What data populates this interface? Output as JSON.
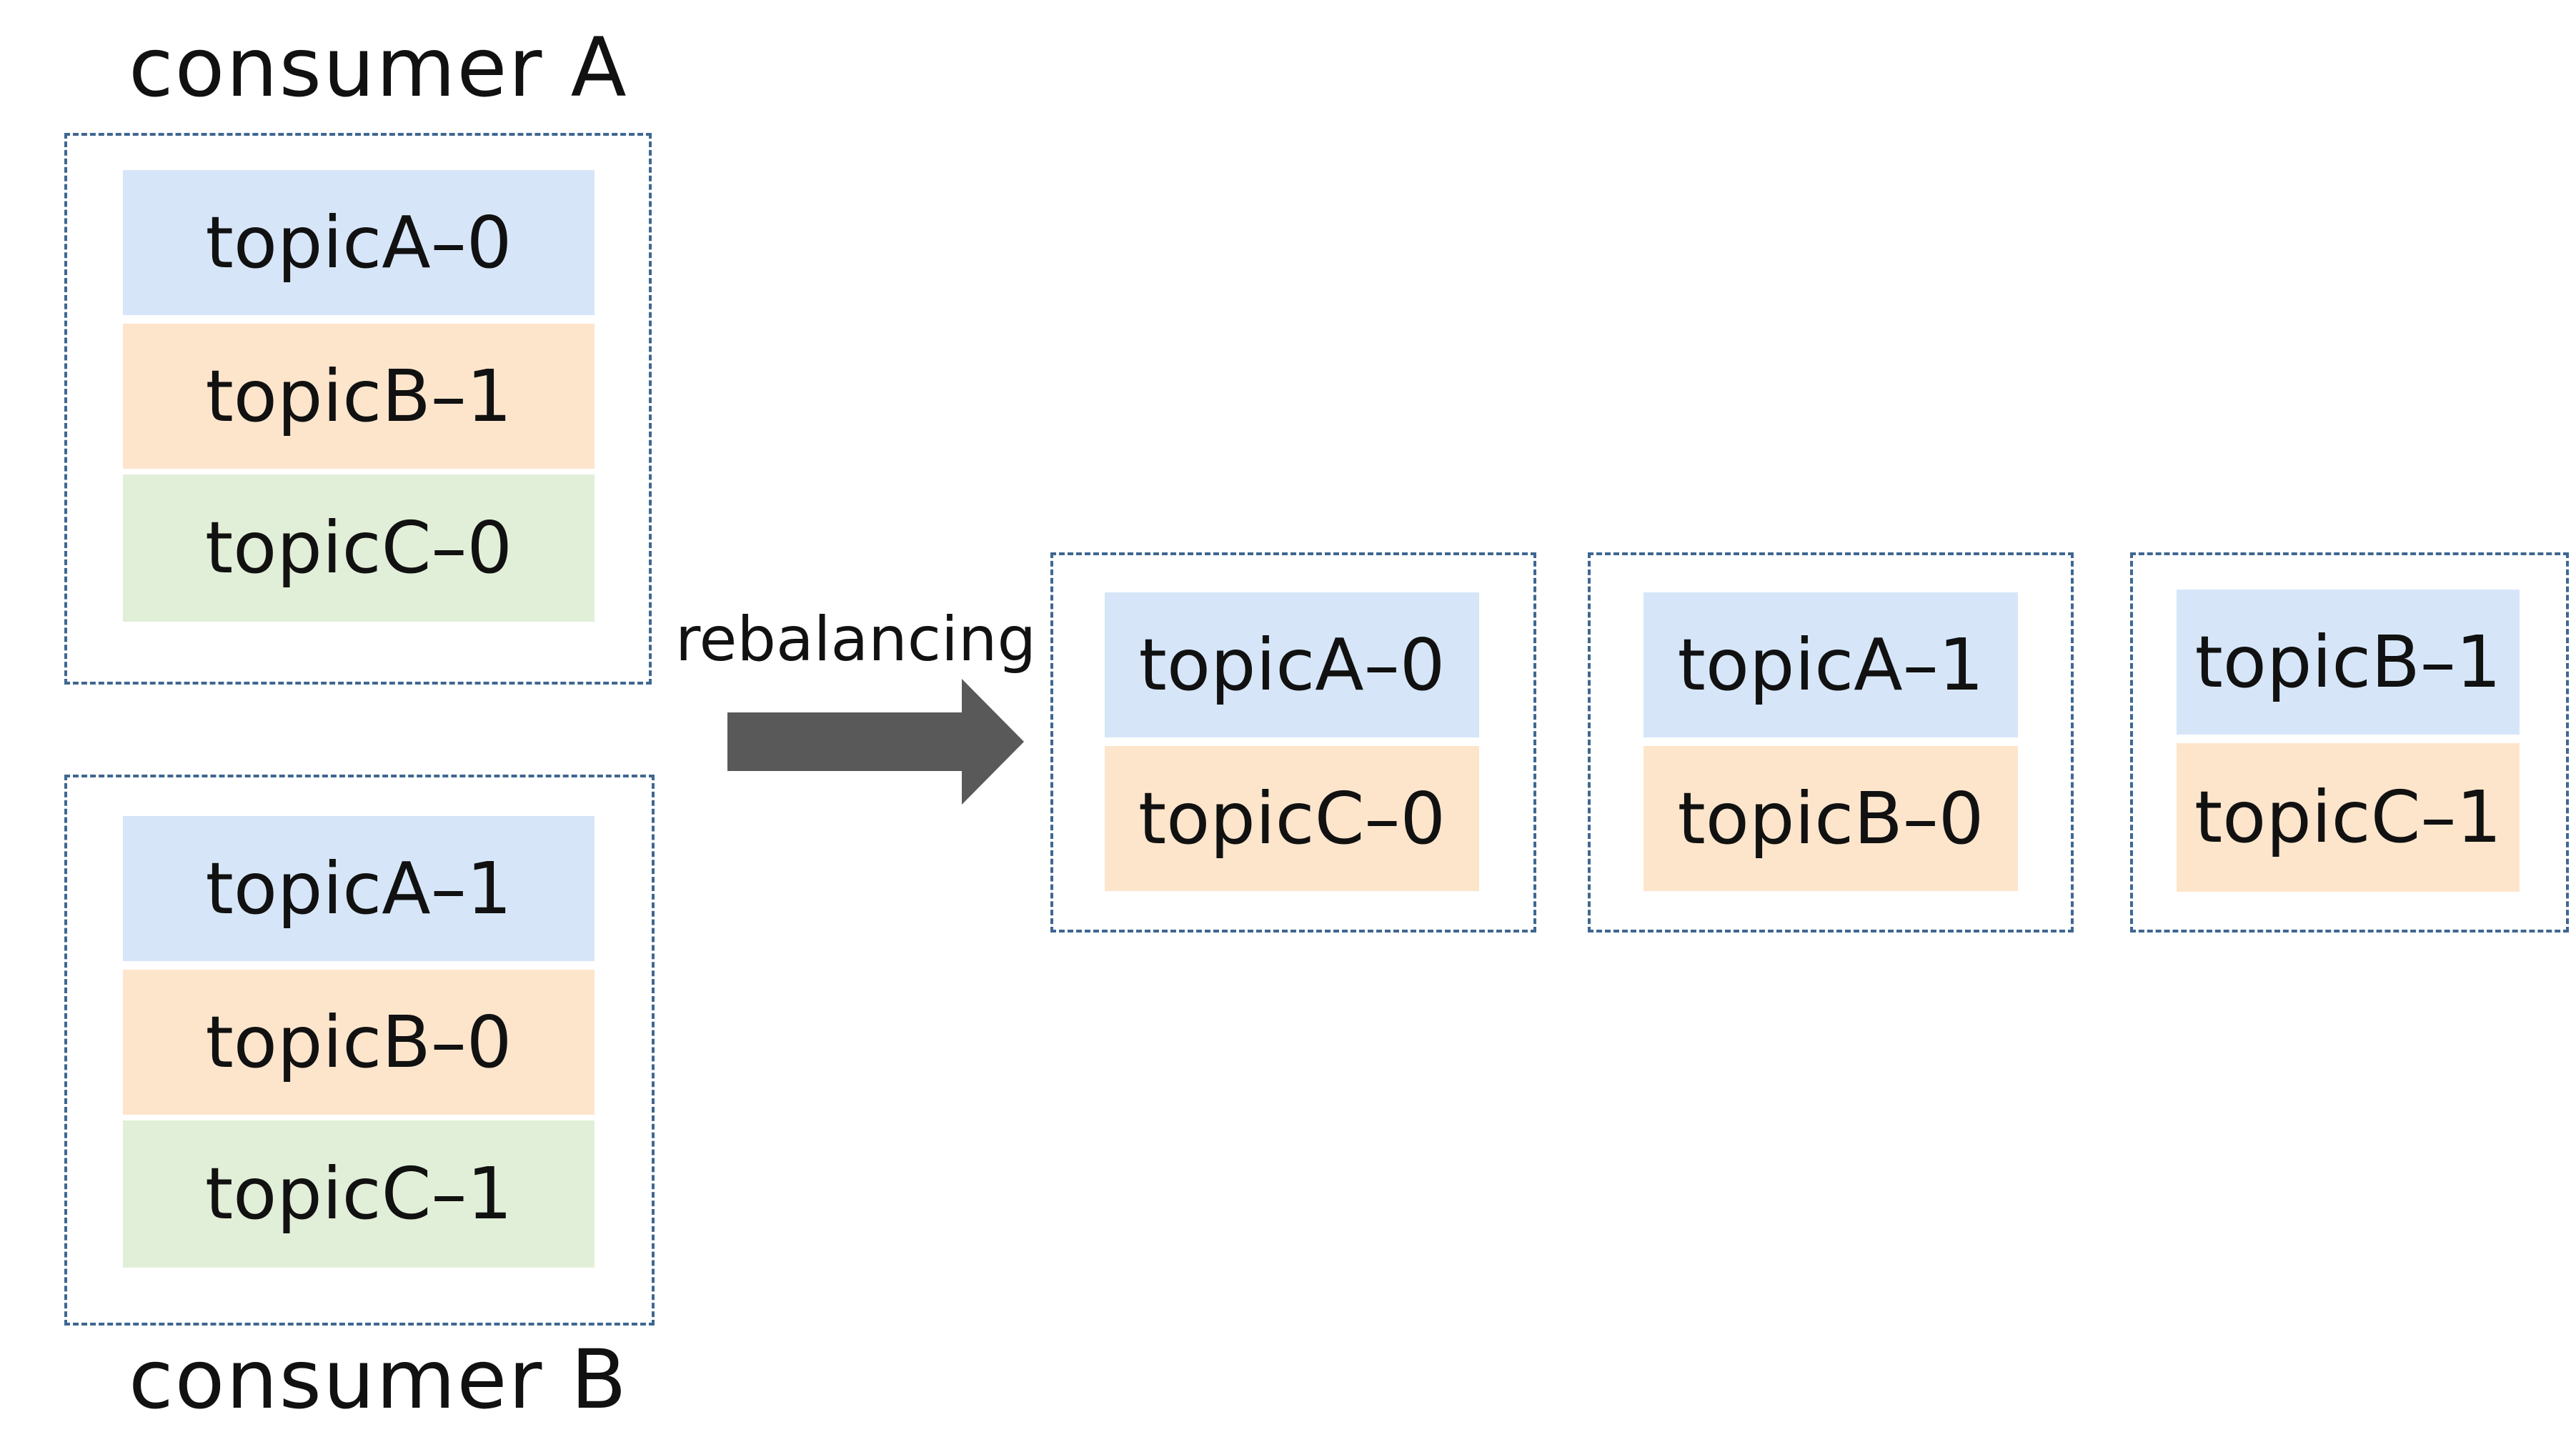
{
  "colors": {
    "blue": "#d6e6f8",
    "orange": "#fde5cc",
    "green": "#e2efd8",
    "border": "#3f6791",
    "arrow": "#595959"
  },
  "consumer_a": {
    "label": "consumer A",
    "partitions": [
      {
        "text": "topicA–0",
        "color": "blue"
      },
      {
        "text": "topicB–1",
        "color": "orange"
      },
      {
        "text": "topicC–0",
        "color": "green"
      }
    ]
  },
  "consumer_b": {
    "label": "consumer B",
    "partitions": [
      {
        "text": "topicA–1",
        "color": "blue"
      },
      {
        "text": "topicB–0",
        "color": "orange"
      },
      {
        "text": "topicC–1",
        "color": "green"
      }
    ]
  },
  "rebalance": {
    "label": "rebalancing",
    "arrow_icon": "right-arrow-icon"
  },
  "rebalanced_groups": [
    {
      "partitions": [
        {
          "text": "topicA–0",
          "color": "blue"
        },
        {
          "text": "topicC–0",
          "color": "orange"
        }
      ]
    },
    {
      "partitions": [
        {
          "text": "topicA–1",
          "color": "blue"
        },
        {
          "text": "topicB–0",
          "color": "orange"
        }
      ]
    },
    {
      "partitions": [
        {
          "text": "topicB–1",
          "color": "blue"
        },
        {
          "text": "topicC–1",
          "color": "orange"
        }
      ]
    }
  ]
}
